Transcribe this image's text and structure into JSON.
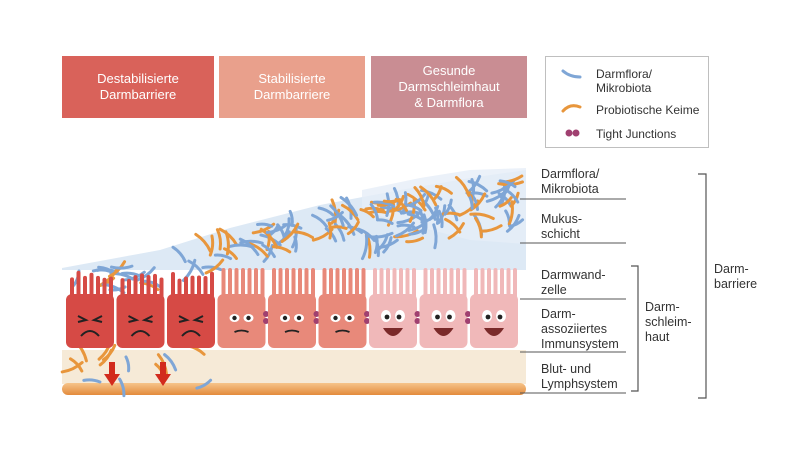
{
  "headers": [
    {
      "lines": [
        "Destabilisierte",
        "Darmbarriere"
      ],
      "color": "#d9625a"
    },
    {
      "lines": [
        "Stabilisierte",
        "Darmbarriere"
      ],
      "color": "#e9a08c"
    },
    {
      "lines": [
        "Gesunde",
        "Darmschleimhaut",
        "& Darmflora"
      ],
      "color": "#c98d93"
    }
  ],
  "legend": [
    {
      "lines": [
        "Darmflora/",
        "Mikrobiota"
      ],
      "symbol": "blue-bacteria-icon",
      "color": "#7fa6d6"
    },
    {
      "lines": [
        "Probiotische Keime"
      ],
      "symbol": "orange-probiotic-icon",
      "color": "#e8963c"
    },
    {
      "lines": [
        "Tight Junctions"
      ],
      "symbol": "tight-junction-icon",
      "color": "#a04070"
    }
  ],
  "layer_labels": [
    {
      "lines": [
        "Darmflora/",
        "Mikrobiota"
      ]
    },
    {
      "lines": [
        "Mukus-",
        "schicht"
      ]
    },
    {
      "lines": [
        "Darmwand-",
        "zelle"
      ]
    },
    {
      "lines": [
        "Darm-",
        "assoziiertes",
        "Immunsystem"
      ]
    },
    {
      "lines": [
        "Blut- und",
        "Lymphsystem"
      ]
    }
  ],
  "bracket_labels": {
    "darmschleimhaut": [
      "Darm-",
      "schleim-",
      "haut"
    ],
    "darmbarriere": [
      "Darm-",
      "barriere"
    ]
  },
  "colors": {
    "mucus": "#dce8f4",
    "blood": "#f7ecd9",
    "vessel": "#eba25a",
    "cell_unstable": "#d64a45",
    "cell_stable": "#e8897a",
    "cell_healthy": "#f0b8b9",
    "arrow": "#d22b1d"
  }
}
